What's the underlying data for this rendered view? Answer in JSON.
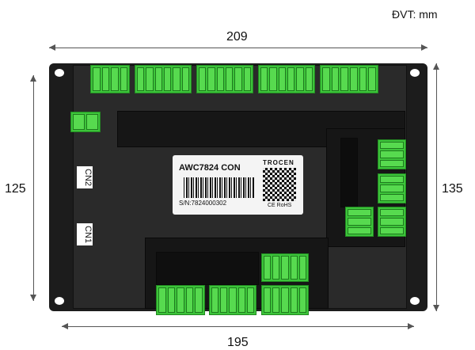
{
  "unit_label": "ĐVT: mm",
  "dimensions": {
    "top_width": "209",
    "left_height": "125",
    "right_height": "135",
    "bottom_width": "195"
  },
  "label": {
    "model": "AWC7824 CON",
    "serial": "S/N:7824000302",
    "brand": "TROCEN",
    "cert": "CE RoHS"
  },
  "connectors": {
    "cn2": "CN2",
    "cn1": "CN1"
  },
  "colors": {
    "board": "#2a2a2a",
    "terminal": "#3cc43a"
  }
}
